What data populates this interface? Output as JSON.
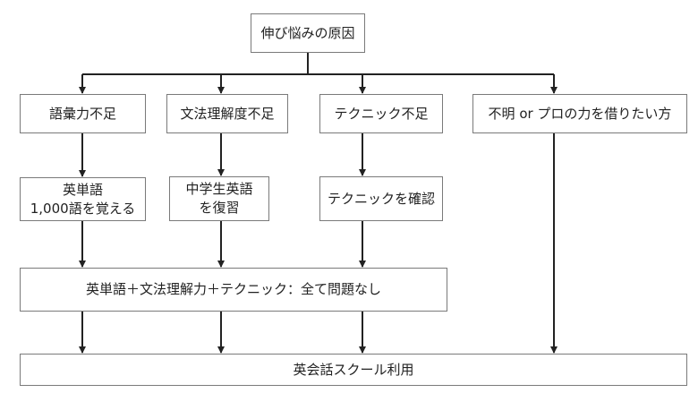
{
  "diagram": {
    "root": "伸び悩みの原因",
    "causes": {
      "vocabulary": "語彙力不足",
      "grammar": "文法理解度不足",
      "technique": "テクニック不足",
      "unknown": "不明 or プロの力を借りたい方"
    },
    "remedies": {
      "vocabulary": "英単語\n1,000語を覚える",
      "grammar": "中学生英語\nを復習",
      "technique": "テクニックを確認"
    },
    "all_clear": "英単語＋文法理解力＋テクニック：全て問題なし",
    "final": "英会話スクール利用"
  },
  "colors": {
    "line": "#222222",
    "border": "#7a7a7a"
  }
}
